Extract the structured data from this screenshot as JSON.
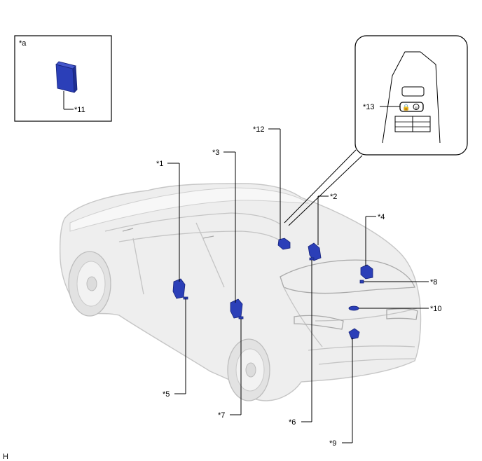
{
  "labels": {
    "a": "*a",
    "l1": "*1",
    "l2": "*2",
    "l3": "*3",
    "l4": "*4",
    "l5": "*5",
    "l6": "*6",
    "l7": "*7",
    "l8": "*8",
    "l9": "*9",
    "l10": "*10",
    "l11": "*11",
    "l12": "*12",
    "l13": "*13"
  },
  "corner_mark": "H",
  "colors": {
    "part": "#2b3fb8",
    "car_body": "#eeeeee",
    "car_outline": "#c4c4c4",
    "frame": "#000000"
  }
}
